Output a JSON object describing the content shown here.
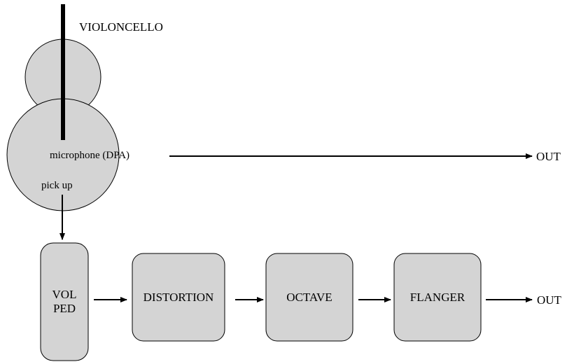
{
  "instrument": {
    "label": "VIOLONCELLO"
  },
  "sources": {
    "microphone": "microphone (DPA)",
    "pickup": "pick up"
  },
  "chain": {
    "volume_pedal": {
      "line1": "VOL",
      "line2": "PED"
    },
    "distortion": "DISTORTION",
    "octave": "OCTAVE",
    "flanger": "FLANGER"
  },
  "outputs": {
    "mic_out": "OUT",
    "chain_out": "OUT"
  },
  "colors": {
    "body_fill": "#d4d4d4",
    "stroke": "#000000"
  }
}
